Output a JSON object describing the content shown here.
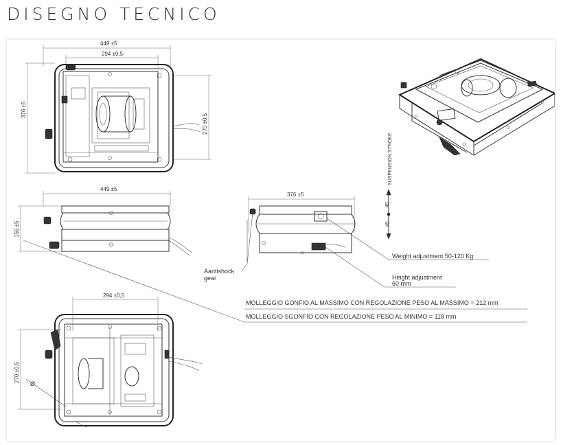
{
  "title": "DISEGNO TECNICO",
  "dimensions": {
    "top_width_outer": "449 ±5",
    "top_width_inner": "294 ±0,5",
    "top_height_left": "376 ±5",
    "top_height_right": "270 ±0,5",
    "side_width": "449 ±5",
    "side_height": "156 ±5",
    "front_width": "376 ±5",
    "bottom_width": "294 ±0,5",
    "bottom_height": "270 ±0,5",
    "bottom_hole": "Ø",
    "stroke_up": "45",
    "stroke_down": "45"
  },
  "labels": {
    "suspension_stroke": "SUSPENSION STROKE",
    "weight_adjustment": "Weight adjustment 50-120 Kg",
    "height_adjustment_1": "Height adjustment",
    "height_adjustment_2": "60 mm",
    "antishock_1": "Aantishock",
    "antishock_2": "gear",
    "note_max": "MOLLEGGIO GONFIO AL  MASSIMO CON REGOLAZIONE PESO AL  MASSIMO = 212 mm",
    "note_min": "MOLLEGGIO SGONFIO CON REGOLAZIONE PESO AL MINIMO   = 118 mm"
  }
}
